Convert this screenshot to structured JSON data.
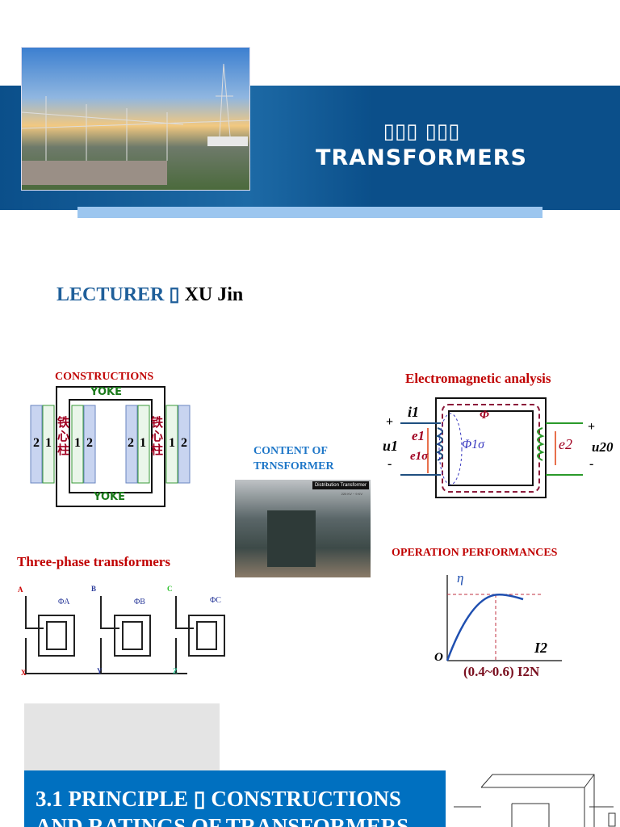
{
  "header": {
    "title_cn": "▯▯▯ ▯▯▯",
    "title_en": "TRANSFORMERS"
  },
  "lecturer": {
    "label": "LECTURER ▯",
    "name": "XU Jin"
  },
  "sections": {
    "constructions": {
      "title": "CONSTRUCTIONS",
      "yoke_top": "YOKE",
      "yoke_bottom": "YOKE",
      "core_label": "铁心柱",
      "winding_labels": [
        "2",
        "1",
        "1",
        "2",
        "2",
        "1",
        "1",
        "2"
      ]
    },
    "electromagnetic": {
      "title": "Electromagnetic  analysis",
      "labels": [
        "i1",
        "e1",
        "e1σ",
        "Φ1σ",
        "Φ",
        "e2",
        "u1",
        "u20",
        "+",
        "-",
        "+",
        "-"
      ]
    },
    "content": {
      "title_line1": "CONTENT OF",
      "title_line2": "TRNSFORMER",
      "photo_caption": "Distribution Transformer",
      "photo_sub": "220 KV ~ 9 KV"
    },
    "three_phase": {
      "title": "Three-phase transformers",
      "terminals": [
        "A",
        "B",
        "C",
        "X",
        "Y",
        "Z"
      ],
      "fluxes": [
        "ΦA",
        "ΦB",
        "ΦC"
      ]
    },
    "operation": {
      "title": "OPERATION PERFORMANCES",
      "y_label": "η",
      "x_label": "I2",
      "origin": "O",
      "x_tick": "(0.4~0.6) I2N"
    }
  },
  "footer": {
    "line1": "3.1 PRINCIPLE ▯ CONSTRUCTIONS",
    "line2": "AND RATINGS OF TRANSFORMERS"
  },
  "colors": {
    "band": "#0b4f8a",
    "accent_red": "#c00000",
    "accent_blue": "#1f77c8",
    "footer_blue": "#0070c0"
  }
}
